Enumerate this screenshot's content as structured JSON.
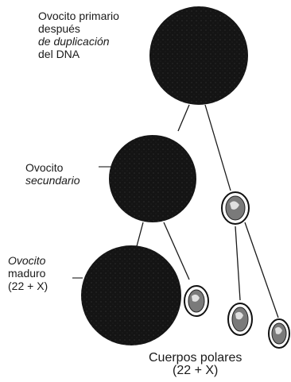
{
  "labels": {
    "primary": {
      "line1": "Ovocito primario",
      "line2": "después",
      "line3": "de duplicación",
      "line4": "del DNA"
    },
    "secondary": {
      "line1": "Ovocito",
      "line2": "secundario"
    },
    "mature": {
      "line1": "Ovocito",
      "line2": "maduro",
      "line3": "(22 + X)"
    },
    "polar": {
      "line1": "Cuerpos polares",
      "line2": "(22 + X)"
    }
  },
  "colors": {
    "cell_fill": "#111111",
    "ink": "#1a1a1a",
    "polar_fill": "#8a8a8a"
  }
}
